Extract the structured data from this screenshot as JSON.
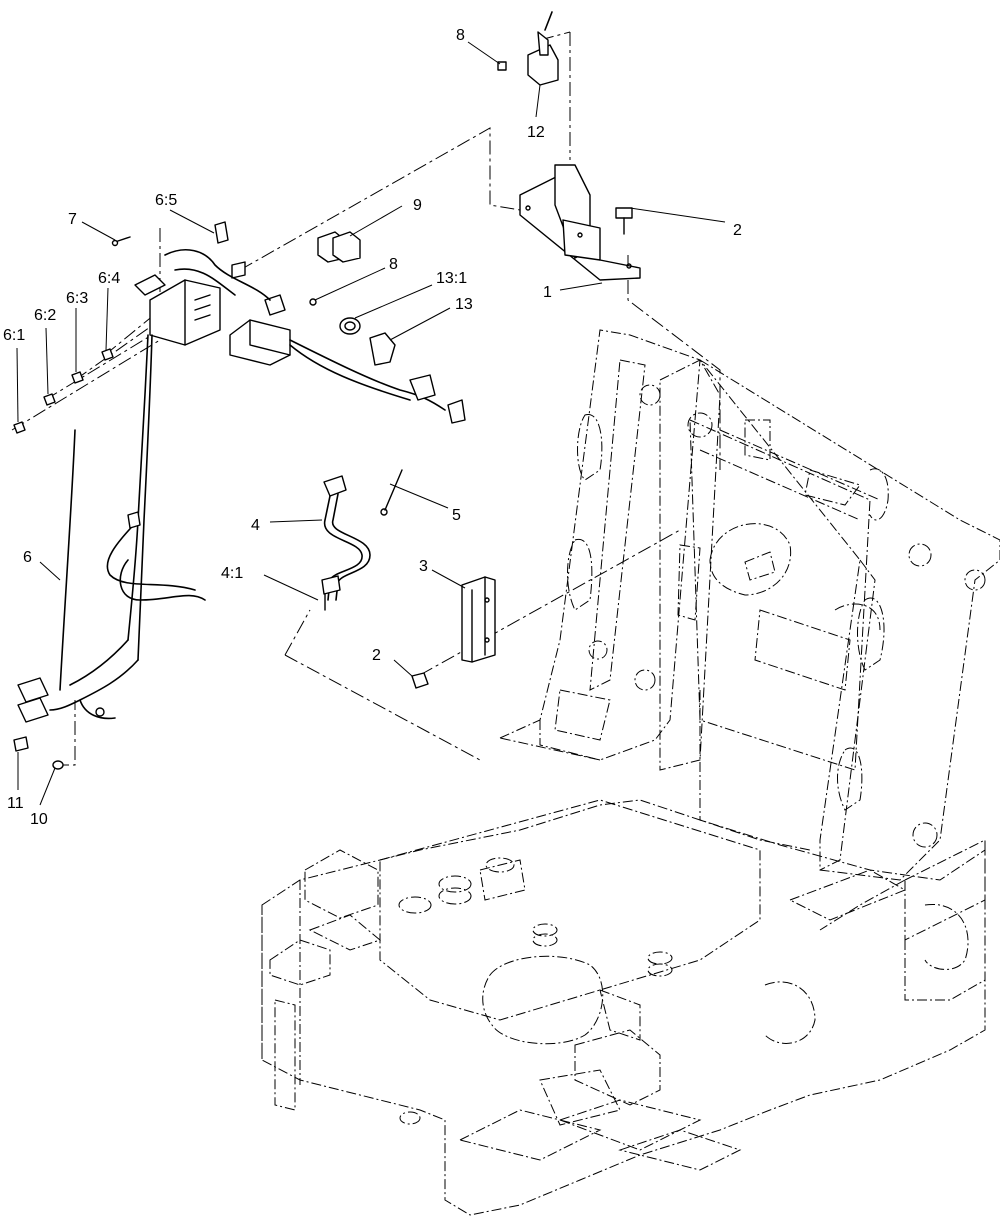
{
  "callouts": [
    {
      "id": "c-8-top",
      "label": "8"
    },
    {
      "id": "c-12",
      "label": "12"
    },
    {
      "id": "c-2-top",
      "label": "2"
    },
    {
      "id": "c-1",
      "label": "1"
    },
    {
      "id": "c-7",
      "label": "7"
    },
    {
      "id": "c-6-5",
      "label": "6:5"
    },
    {
      "id": "c-9",
      "label": "9"
    },
    {
      "id": "c-8-mid",
      "label": "8"
    },
    {
      "id": "c-13-1",
      "label": "13:1"
    },
    {
      "id": "c-13",
      "label": "13"
    },
    {
      "id": "c-6-4",
      "label": "6:4"
    },
    {
      "id": "c-6-3",
      "label": "6:3"
    },
    {
      "id": "c-6-2",
      "label": "6:2"
    },
    {
      "id": "c-6-1",
      "label": "6:1"
    },
    {
      "id": "c-5",
      "label": "5"
    },
    {
      "id": "c-4",
      "label": "4"
    },
    {
      "id": "c-6",
      "label": "6"
    },
    {
      "id": "c-4-1",
      "label": "4:1"
    },
    {
      "id": "c-3",
      "label": "3"
    },
    {
      "id": "c-2-bot",
      "label": "2"
    },
    {
      "id": "c-11",
      "label": "11"
    },
    {
      "id": "c-10",
      "label": "10"
    }
  ]
}
